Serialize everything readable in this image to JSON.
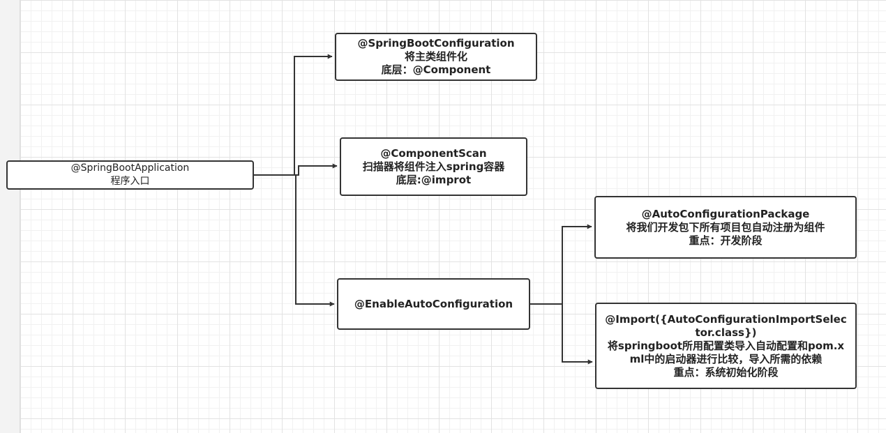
{
  "diagram": {
    "root": {
      "line1": "@SpringBootApplication",
      "line2": "程序入口"
    },
    "spring_boot_configuration": {
      "line1": "@SpringBootConfiguration",
      "line2": "将主类组件化",
      "line3": "底层：@Component"
    },
    "component_scan": {
      "line1": "@ComponentScan",
      "line2": "扫描器将组件注入spring容器",
      "line3": "底层:@improt"
    },
    "enable_auto_configuration": {
      "line1": "@EnableAutoConfiguration"
    },
    "auto_configuration_package": {
      "line1": "@AutoConfigurationPackage",
      "line2": "将我们开发包下所有项目包自动注册为组件",
      "line3": "重点：开发阶段"
    },
    "import_selector": {
      "line1": "@Import({AutoConfigurationImportSelector.class})",
      "line2": "将springboot所用配置类导入自动配置和pom.xml中的启动器进行比较，导入所需的依赖",
      "line3": "重点：系统初始化阶段"
    },
    "colors": {
      "stroke": "#333333",
      "background": "#ffffff",
      "grid": "#e2e2e2"
    }
  }
}
